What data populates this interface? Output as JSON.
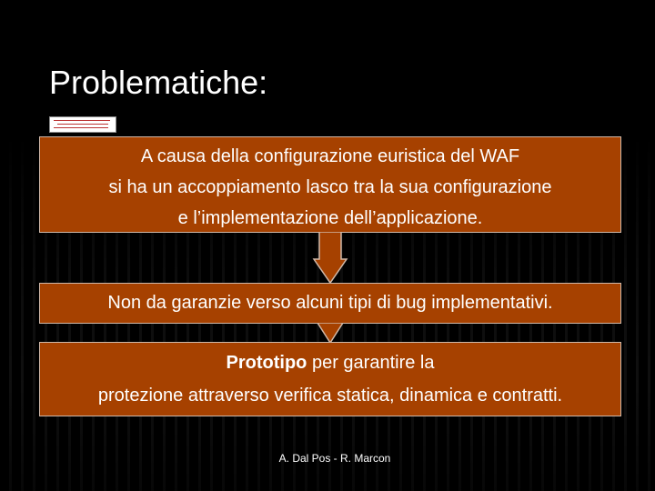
{
  "slide": {
    "title": "Problematiche:",
    "box1": {
      "line1": "A causa della configurazione euristica del WAF",
      "line2": "si ha un accoppiamento lasco tra la sua configurazione",
      "line3": "e l’implementazione dell’applicazione."
    },
    "box2": {
      "text": "Non da garanzie verso alcuni tipi di bug implementativi."
    },
    "box3": {
      "bold": "Prototipo",
      "rest": " per garantire la",
      "line2": "protezione attraverso verifica statica, dinamica e contratti."
    },
    "footer": "A. Dal Pos - R. Marcon"
  },
  "colors": {
    "background": "#000000",
    "box_fill": "#a64100",
    "box_border": "#d0b8a8",
    "text": "#ffffff"
  },
  "icons": [
    "logo-image",
    "down-arrow-icon"
  ]
}
